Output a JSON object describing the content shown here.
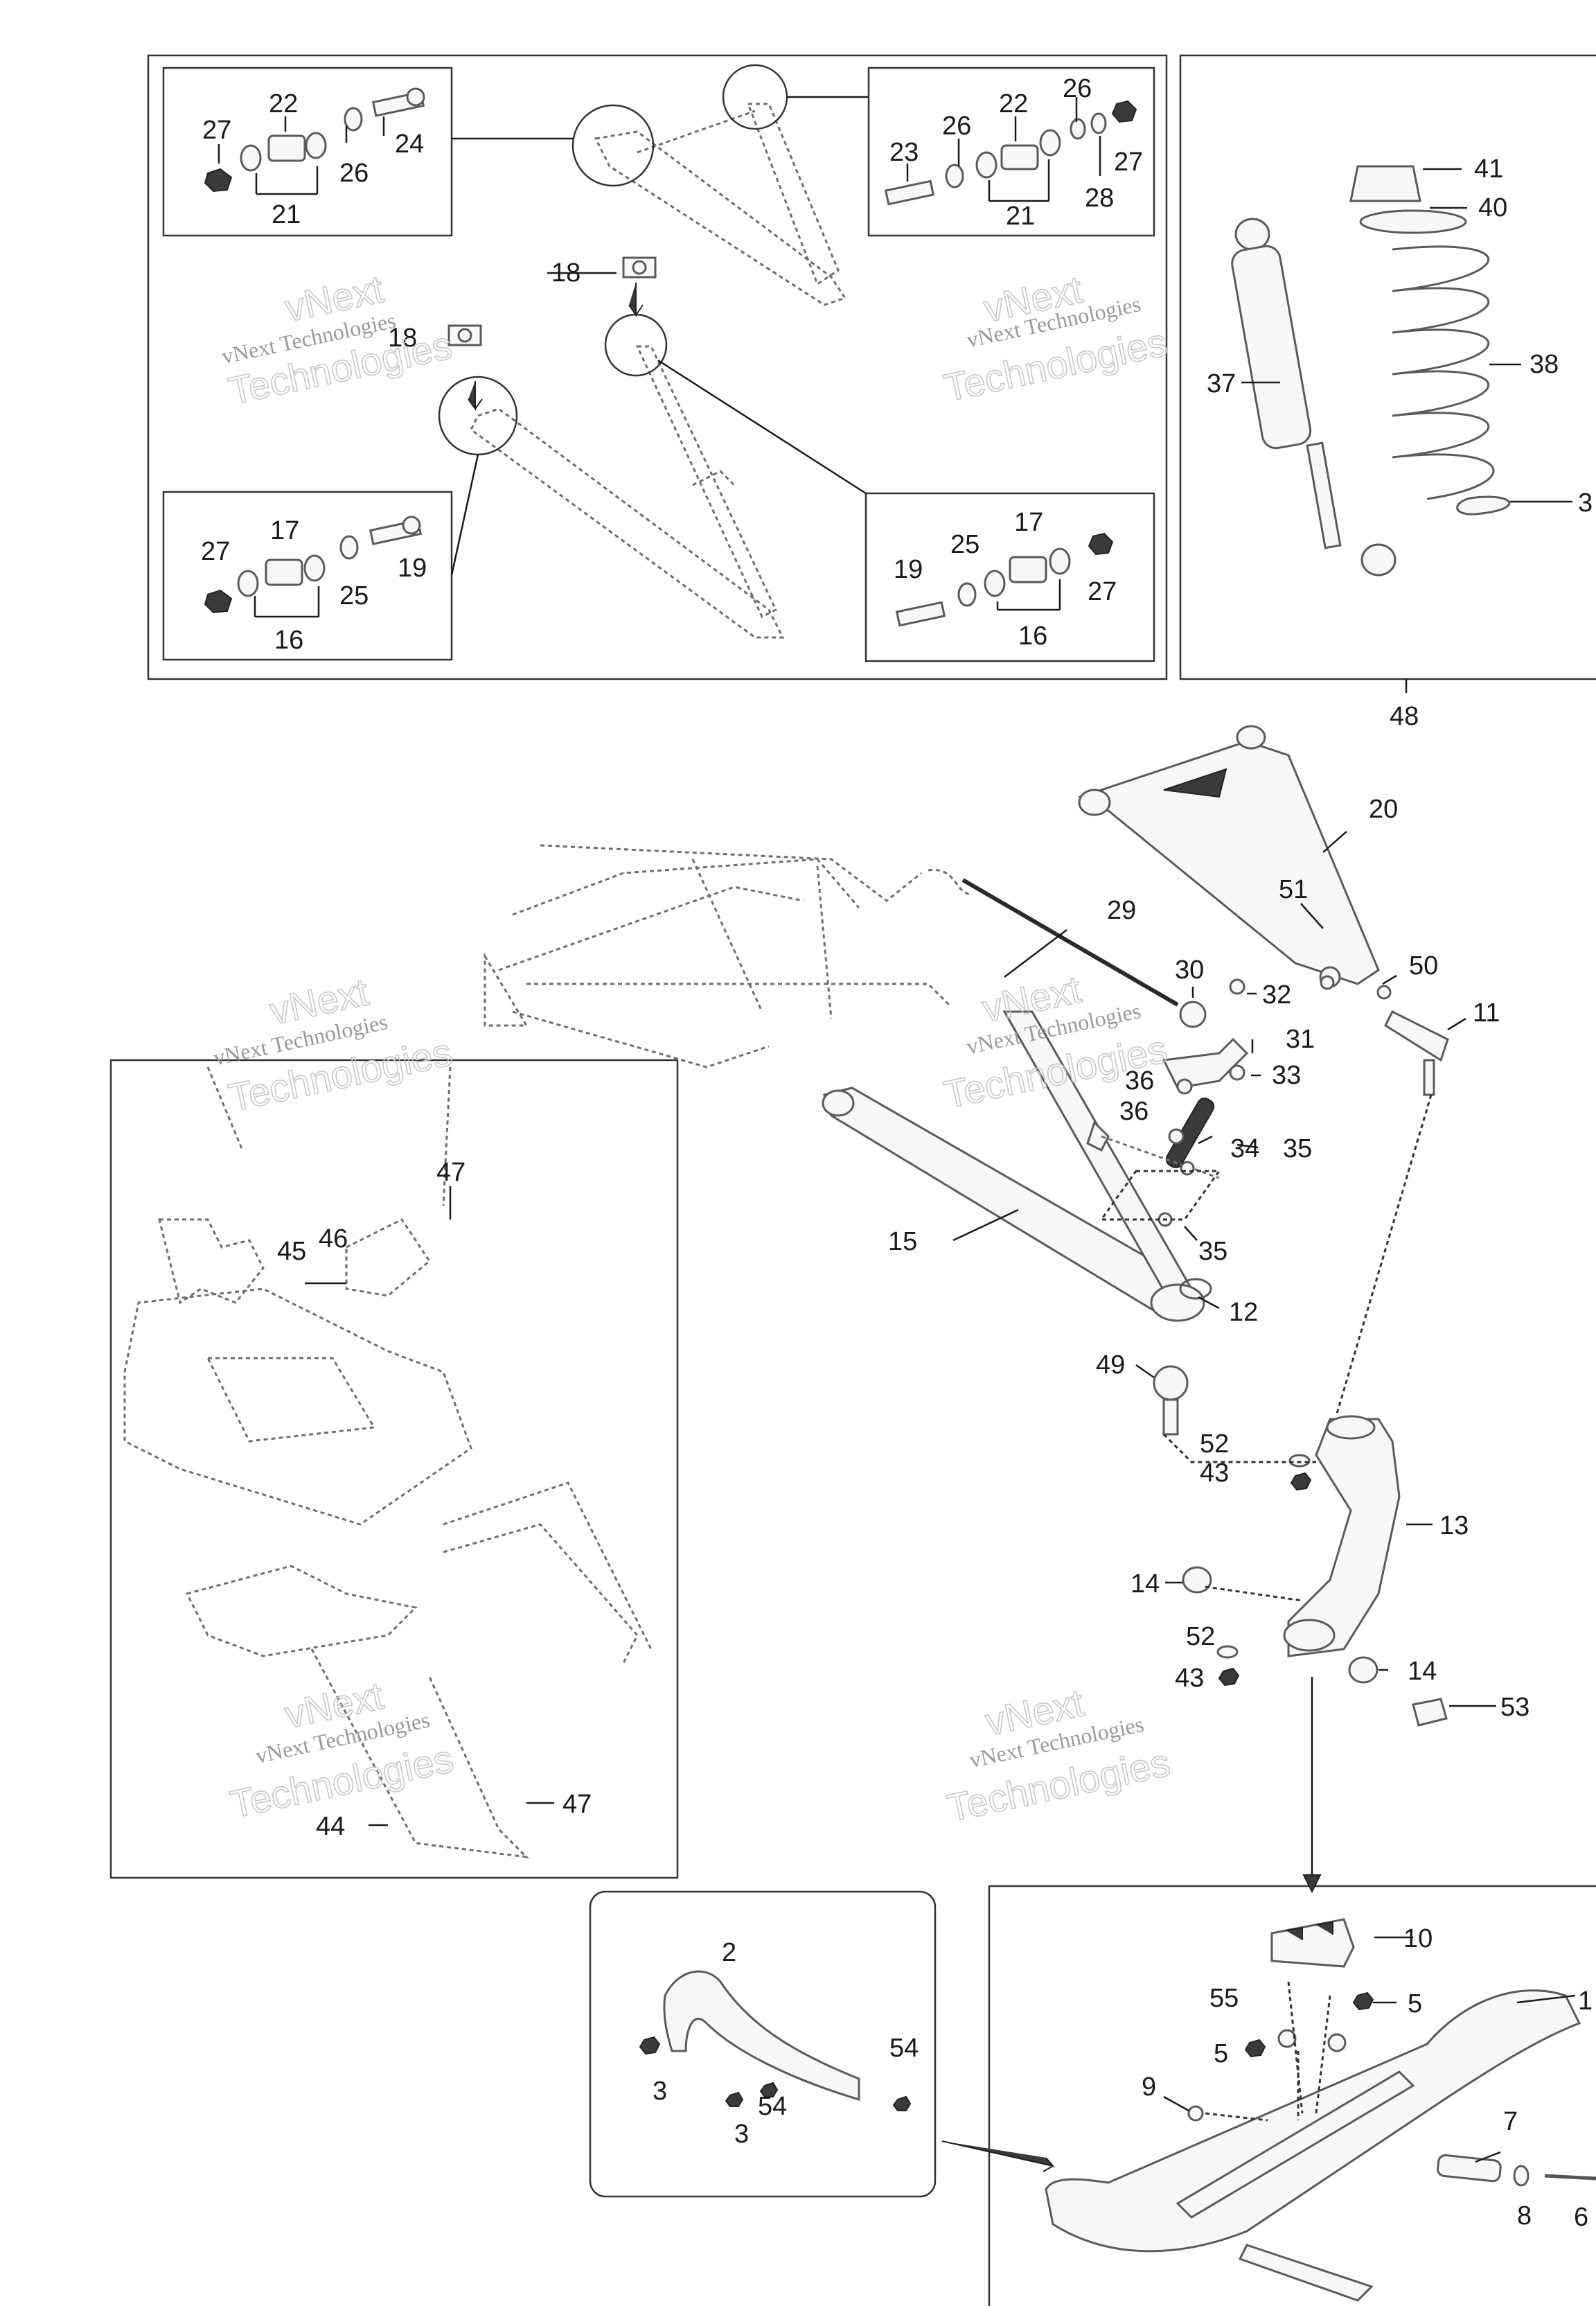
{
  "callouts": {
    "c1": "1",
    "c2": "2",
    "c3a": "3",
    "c3b": "3",
    "c5a": "5",
    "c5b": "5",
    "c6": "6",
    "c7": "7",
    "c8": "8",
    "c9": "9",
    "c10": "10",
    "c11": "11",
    "c12": "12",
    "c13": "13",
    "c14a": "14",
    "c14b": "14",
    "c15": "15",
    "c16a": "16",
    "c16b": "16",
    "c17a": "17",
    "c17b": "17",
    "c18": "18",
    "c18b": "18",
    "c19a": "19",
    "c19b": "19",
    "c20": "20",
    "c21a": "21",
    "c21b": "21",
    "c22a": "22",
    "c22b": "22",
    "c23": "23",
    "c24": "24",
    "c25a": "25",
    "c25b": "25",
    "c26a": "26",
    "c26b": "26",
    "c26c": "26",
    "c27a": "27",
    "c27b": "27",
    "c27c": "27",
    "c27d": "27",
    "c28": "28",
    "c29": "29",
    "c30": "30",
    "c31": "31",
    "c32": "32",
    "c33": "33",
    "c34": "34",
    "c35a": "35",
    "c35b": "35",
    "c36a": "36",
    "c36b": "36",
    "c37": "37",
    "c38": "38",
    "c39": "3",
    "c40": "40",
    "c41": "41",
    "c43a": "43",
    "c43b": "43",
    "c44": "44",
    "c45": "45",
    "c46": "46",
    "c47a": "47",
    "c47b": "47",
    "c48": "48",
    "c49": "49",
    "c50": "50",
    "c51": "51",
    "c52a": "52",
    "c52b": "52",
    "c53": "53",
    "c54a": "54",
    "c54b": "54",
    "c55": "55"
  },
  "watermark": {
    "line1": "vNext Technologies",
    "big1": "vNext",
    "big2": "Technologies"
  }
}
